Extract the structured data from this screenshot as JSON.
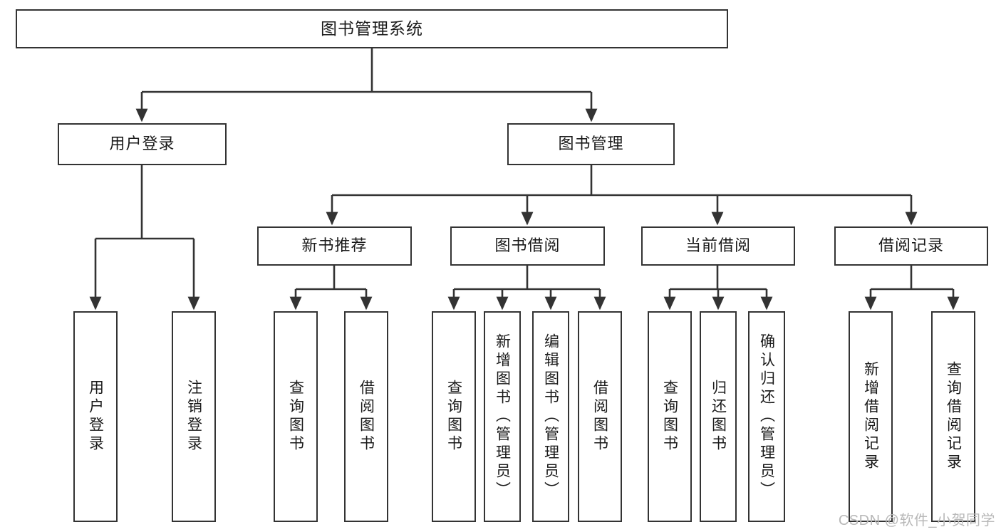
{
  "diagram": {
    "title": "图书管理系统",
    "watermark": "CSDN @软件_小贺同学",
    "line_color": "#333333",
    "box_fill": "#ffffff",
    "text_color": "#1a1a1a",
    "nodes": {
      "root": "图书管理系统",
      "user_login": "用户登录",
      "book_manage": "图书管理",
      "new_book_rec": "新书推荐",
      "book_borrow": "图书借阅",
      "current_borrow": "当前借阅",
      "borrow_record": "借阅记录"
    },
    "leaves": {
      "user_login_1": "用户登录",
      "user_login_2": "注销登录",
      "new_book_rec_1": "查询图书",
      "new_book_rec_2": "借阅图书",
      "book_borrow_1": "查询图书",
      "book_borrow_2": "新增图书（管理员）",
      "book_borrow_3": "编辑图书（管理员）",
      "book_borrow_4": "借阅图书",
      "current_borrow_1": "查询图书",
      "current_borrow_2": "归还图书",
      "current_borrow_3": "确认归还（管理员）",
      "borrow_record_1": "新增借阅记录",
      "borrow_record_2": "查询借阅记录"
    }
  }
}
